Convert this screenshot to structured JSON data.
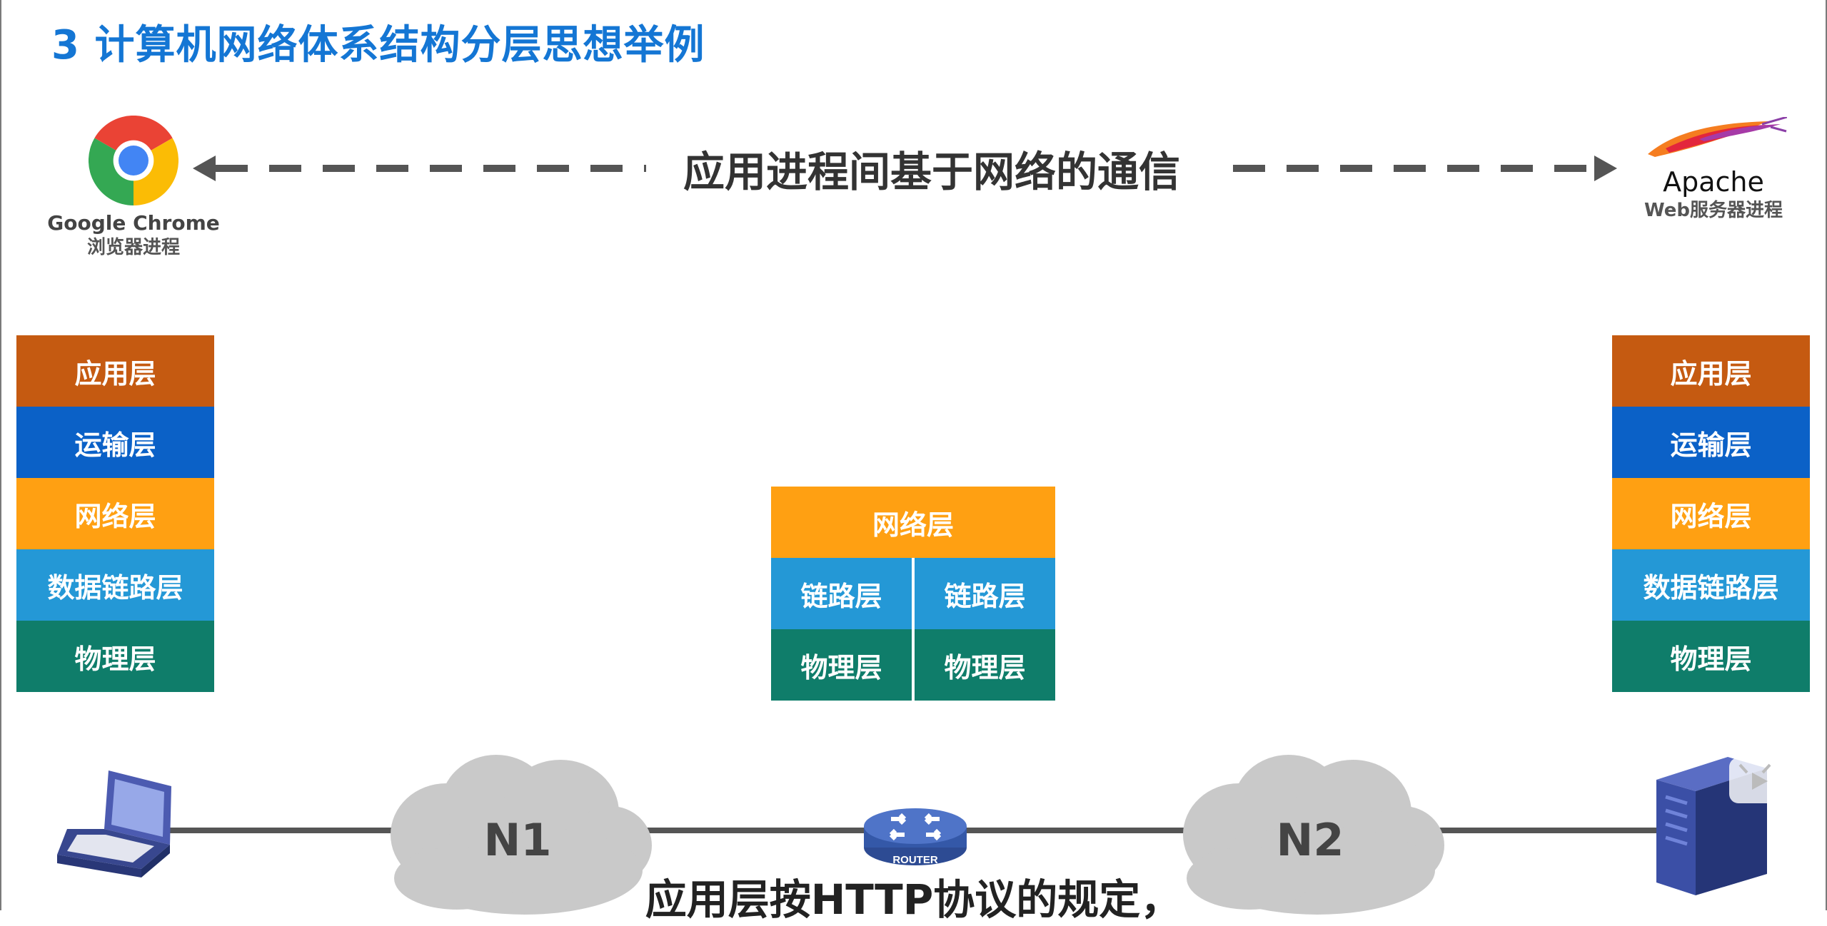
{
  "title": "3 计算机网络体系结构分层思想举例",
  "communication": {
    "label": "应用进程间基于网络的通信"
  },
  "endpoints": {
    "client": {
      "name": "Google Chrome",
      "role": "浏览器进程"
    },
    "server": {
      "name": "Apache",
      "role": "Web服务器进程"
    }
  },
  "stacks": {
    "host_layers": [
      {
        "label": "应用层",
        "color": "#c55a11"
      },
      {
        "label": "运输层",
        "color": "#0b61c7"
      },
      {
        "label": "网络层",
        "color": "#ffa012"
      },
      {
        "label": "数据链路层",
        "color": "#2498d6"
      },
      {
        "label": "物理层",
        "color": "#0f7d6a"
      }
    ],
    "router_layers": {
      "network": "网络层",
      "link_left": "链路层",
      "link_right": "链路层",
      "physical_left": "物理层",
      "physical_right": "物理层"
    }
  },
  "network": {
    "clouds": [
      {
        "label": "N1"
      },
      {
        "label": "N2"
      }
    ],
    "router_label": "ROUTER",
    "devices": [
      "laptop-icon",
      "router-icon",
      "server-icon"
    ]
  },
  "subtitle": "应用层按HTTP协议的规定，",
  "colors": {
    "title": "#1476d4",
    "arrow": "#555555",
    "cloud": "#c9c9c9",
    "device_blue": "#3b4aa0"
  }
}
